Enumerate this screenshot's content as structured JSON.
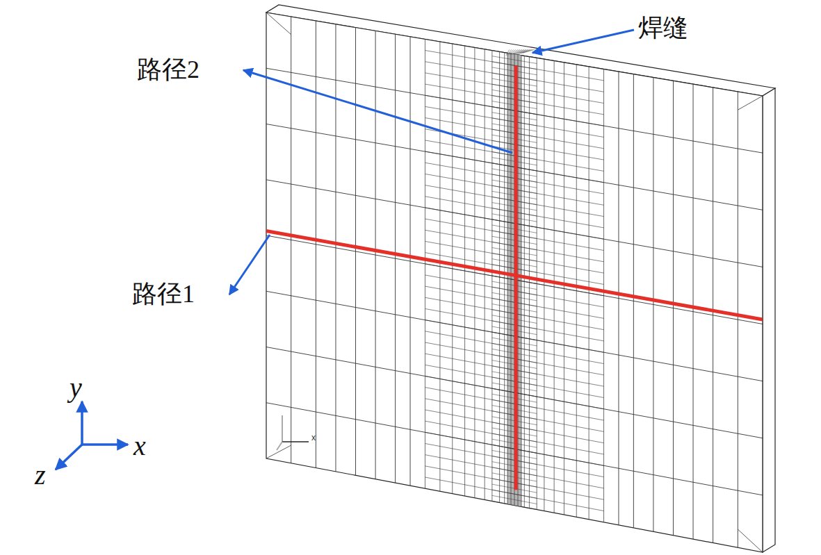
{
  "diagram": {
    "labels": [
      "焊缝",
      "路径2",
      "路径1",
      "x",
      "y",
      "x",
      "z"
    ]
  }
}
